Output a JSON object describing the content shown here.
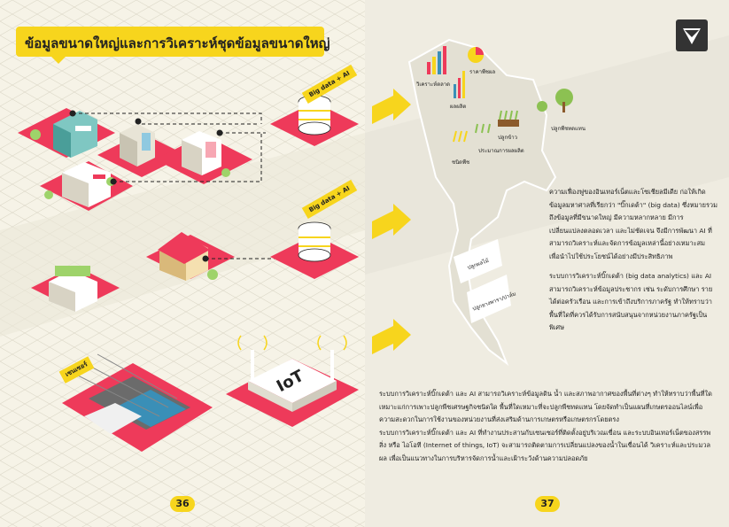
{
  "left_page": {
    "title": "ข้อมูลขนาดใหญ่และการวิเคราะห์ชุดข้อมูลขนาดใหญ่",
    "big_data_label_1": "Big data + AI",
    "big_data_label_2": "Big data + AI",
    "sensor_label": "เซนเซอร์",
    "iot_label": "IoT",
    "page_number": "36"
  },
  "right_page": {
    "map_tags": {
      "market_analysis": "วิเคราะห์ตลาด",
      "crop_price": "ราคาพืชผล",
      "harvest": "ผลผลิต",
      "crop_type": "ชนิดพืช",
      "yield_estimate": "ประมาณการผลผลิต",
      "farm_prep": "ปลูกพืชทดแทน",
      "plant_rice": "ปลูกข้าว",
      "zone_1": "ปลูกผลไม้",
      "zone_2": "ปลูกยางพารา/ปาล์ม"
    },
    "paragraph_1": "ความเฟื่องฟูของอินเทอร์เน็ตและโซเชียลมีเดีย ก่อให้เกิดข้อมูลมหาศาลที่เรียกว่า \"บิ๊กเดต้า\" (big data) ซึ่งหมายรวมถึงข้อมูลที่มีขนาดใหญ่ มีความหลากหลาย มีการเปลี่ยนแปลงตลอดเวลา และไม่ชัดเจน จึงมีการพัฒนา AI ที่สามารถวิเคราะห์และจัดการข้อมูลเหล่านี้อย่างเหมาะสม เพื่อนำไปใช้ประโยชน์ได้อย่างมีประสิทธิภาพ",
    "paragraph_2": "ระบบการวิเคราะห์บิ๊กเดต้า (big data analytics) และ AI สามารถวิเคราะห์ข้อมูลประชากร เช่น ระดับการศึกษา รายได้ต่อครัวเรือน และการเข้าถึงบริการภาครัฐ ทำให้ทราบว่าพื้นที่ใดที่ควรได้รับการสนับสนุนจากหน่วยงานภาครัฐเป็นพิเศษ",
    "paragraph_3": "ระบบการวิเคราะห์บิ๊กเดต้า และ AI สามารถวิเคราะห์ข้อมูลดิน น้ำ และสภาพอากาศของพื้นที่ต่างๆ ทำให้ทราบว่าพื้นที่ใดเหมาะแก่การเพาะปลูกพืชเศรษฐกิจชนิดใด พื้นที่ใดเหมาะที่จะปลูกพืชทดแทน โดยจัดทำเป็นแผนที่เกษตรออนไลน์เพื่อความสะดวกในการใช้งานของหน่วยงานที่ส่งเสริมด้านการเกษตรหรือเกษตรกรโดยตรง",
    "paragraph_4": "ระบบการวิเคราะห์บิ๊กเดต้า และ AI ที่ทำงานประสานกับเซนเซอร์ที่ติดตั้งอยู่บริเวณเขื่อน และระบบอินเทอร์เน็ตของสรรพสิ่ง หรือ ไอโอที (Internet of things, IoT) จะสามารถติดตามการเปลี่ยนแปลงของน้ำในเขื่อนได้ วิเคราะห์และประมวลผล เพื่อเป็นแนวทางในการบริหารจัดการน้ำและเฝ้าระวังด้านความปลอดภัย",
    "page_number": "37"
  },
  "colors": {
    "accent_yellow": "#f7d51d",
    "platform_pink": "#ee3a5a",
    "map_grey": "#e3e0d3",
    "text_dark": "#222222"
  }
}
